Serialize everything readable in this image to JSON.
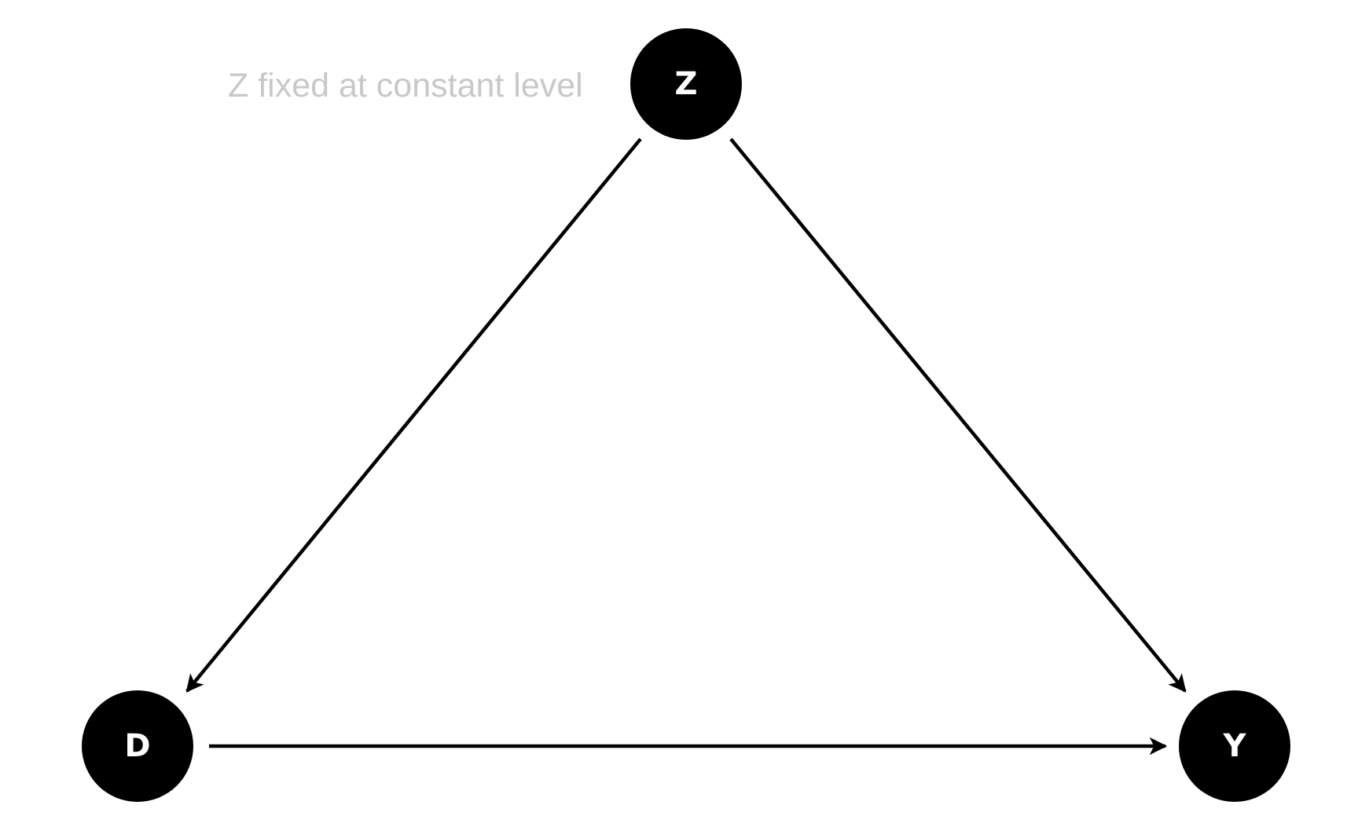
{
  "diagram": {
    "annotation": "Z fixed at constant level",
    "nodes": [
      {
        "id": "Z",
        "label": "Z"
      },
      {
        "id": "D",
        "label": "D"
      },
      {
        "id": "Y",
        "label": "Y"
      }
    ],
    "edges": [
      {
        "from": "Z",
        "to": "D"
      },
      {
        "from": "Z",
        "to": "Y"
      },
      {
        "from": "D",
        "to": "Y"
      }
    ],
    "colors": {
      "node_fill": "#000000",
      "node_text": "#ffffff",
      "edge": "#000000",
      "annotation_text": "#c8c8c8",
      "background": "#ffffff"
    }
  }
}
